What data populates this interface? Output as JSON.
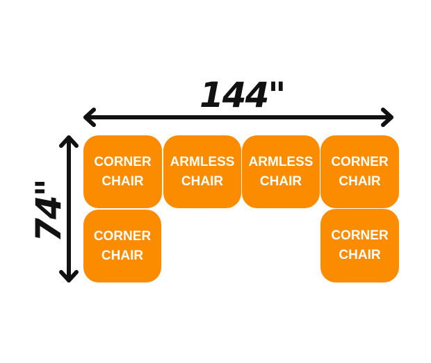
{
  "dimensions": {
    "width": "144\"",
    "depth": "74\""
  },
  "colors": {
    "module": "#fb8c00",
    "text": "#ffffff",
    "arrow": "#111111"
  },
  "modules": [
    {
      "line1": "CORNER",
      "line2": "CHAIR"
    },
    {
      "line1": "ARMLESS",
      "line2": "CHAIR"
    },
    {
      "line1": "ARMLESS",
      "line2": "CHAIR"
    },
    {
      "line1": "CORNER",
      "line2": "CHAIR"
    },
    {
      "line1": "CORNER",
      "line2": "CHAIR"
    },
    {
      "line1": "CORNER",
      "line2": "CHAIR"
    }
  ]
}
